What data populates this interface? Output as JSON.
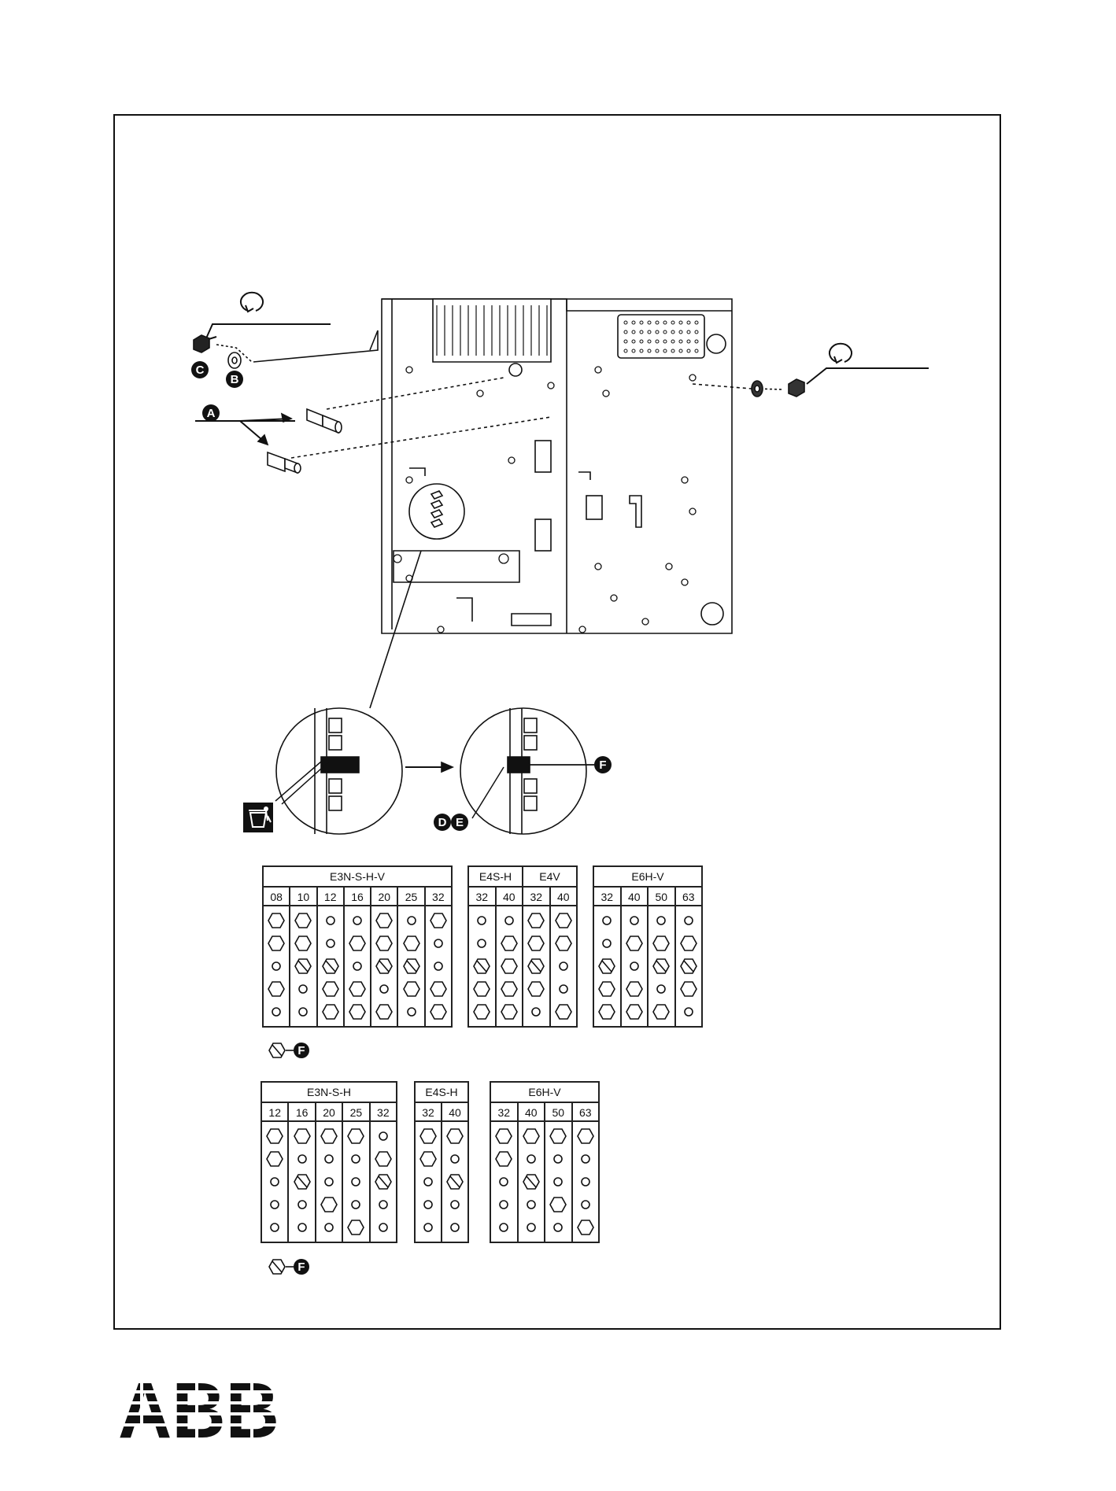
{
  "callouts": {
    "a": "A",
    "b": "B",
    "c": "C",
    "d": "D",
    "e": "E",
    "f": "F"
  },
  "tables_top": [
    {
      "id": "e3",
      "header": [
        "E3N-S-H-V"
      ],
      "columns": [
        {
          "label": "08",
          "cells": [
            "hex",
            "hex",
            "dot",
            "hex",
            "dot"
          ]
        },
        {
          "label": "10",
          "cells": [
            "hex",
            "hex",
            "hexf",
            "dot",
            "dot"
          ]
        },
        {
          "label": "12",
          "cells": [
            "dot",
            "dot",
            "hexf",
            "hex",
            "hex"
          ]
        },
        {
          "label": "16",
          "cells": [
            "dot",
            "hex",
            "dot",
            "hex",
            "hex"
          ]
        },
        {
          "label": "20",
          "cells": [
            "hex",
            "hex",
            "hexf",
            "dot",
            "hex"
          ]
        },
        {
          "label": "25",
          "cells": [
            "dot",
            "hex",
            "hexf",
            "hex",
            "dot"
          ]
        },
        {
          "label": "32",
          "cells": [
            "hex",
            "dot",
            "dot",
            "hex",
            "hex"
          ]
        }
      ]
    },
    {
      "id": "e4",
      "header": [
        "E4S-H",
        "E4V"
      ],
      "columns": [
        {
          "label": "32",
          "cells": [
            "dot",
            "dot",
            "hexf",
            "hex",
            "hex"
          ]
        },
        {
          "label": "40",
          "cells": [
            "dot",
            "hex",
            "hex",
            "hex",
            "hex"
          ]
        },
        {
          "label": "32",
          "cells": [
            "hex",
            "hex",
            "hexf",
            "hex",
            "dot"
          ]
        },
        {
          "label": "40",
          "cells": [
            "hex",
            "hex",
            "dot",
            "dot",
            "hex"
          ]
        }
      ]
    },
    {
      "id": "e6",
      "header": [
        "E6H-V"
      ],
      "columns": [
        {
          "label": "32",
          "cells": [
            "dot",
            "dot",
            "hexf",
            "hex",
            "hex"
          ]
        },
        {
          "label": "40",
          "cells": [
            "dot",
            "hex",
            "dot",
            "hex",
            "hex"
          ]
        },
        {
          "label": "50",
          "cells": [
            "dot",
            "hex",
            "hexf",
            "dot",
            "hex"
          ]
        },
        {
          "label": "63",
          "cells": [
            "dot",
            "hex",
            "hexf",
            "hex",
            "dot"
          ]
        }
      ]
    }
  ],
  "tables_bottom": [
    {
      "id": "e3b",
      "header": [
        "E3N-S-H"
      ],
      "columns": [
        {
          "label": "12",
          "cells": [
            "hex",
            "hex",
            "dot",
            "dot",
            "dot"
          ]
        },
        {
          "label": "16",
          "cells": [
            "hex",
            "dot",
            "hexf",
            "dot",
            "dot"
          ]
        },
        {
          "label": "20",
          "cells": [
            "hex",
            "dot",
            "dot",
            "hex",
            "dot"
          ]
        },
        {
          "label": "25",
          "cells": [
            "hex",
            "dot",
            "dot",
            "dot",
            "hex"
          ]
        },
        {
          "label": "32",
          "cells": [
            "dot",
            "hex",
            "hexf",
            "dot",
            "dot"
          ]
        }
      ]
    },
    {
      "id": "e4b",
      "header": [
        "E4S-H"
      ],
      "columns": [
        {
          "label": "32",
          "cells": [
            "hex",
            "hex",
            "dot",
            "dot",
            "dot"
          ]
        },
        {
          "label": "40",
          "cells": [
            "hex",
            "dot",
            "hexf",
            "dot",
            "dot"
          ]
        }
      ]
    },
    {
      "id": "e6b",
      "header": [
        "E6H-V"
      ],
      "columns": [
        {
          "label": "32",
          "cells": [
            "hex",
            "hex",
            "dot",
            "dot",
            "dot"
          ]
        },
        {
          "label": "40",
          "cells": [
            "hex",
            "dot",
            "hexf",
            "dot",
            "dot"
          ]
        },
        {
          "label": "50",
          "cells": [
            "hex",
            "dot",
            "dot",
            "hex",
            "dot"
          ]
        },
        {
          "label": "63",
          "cells": [
            "hex",
            "dot",
            "dot",
            "dot",
            "hex"
          ]
        }
      ]
    }
  ],
  "logo": {
    "text": "ABB",
    "color": "#111111"
  }
}
